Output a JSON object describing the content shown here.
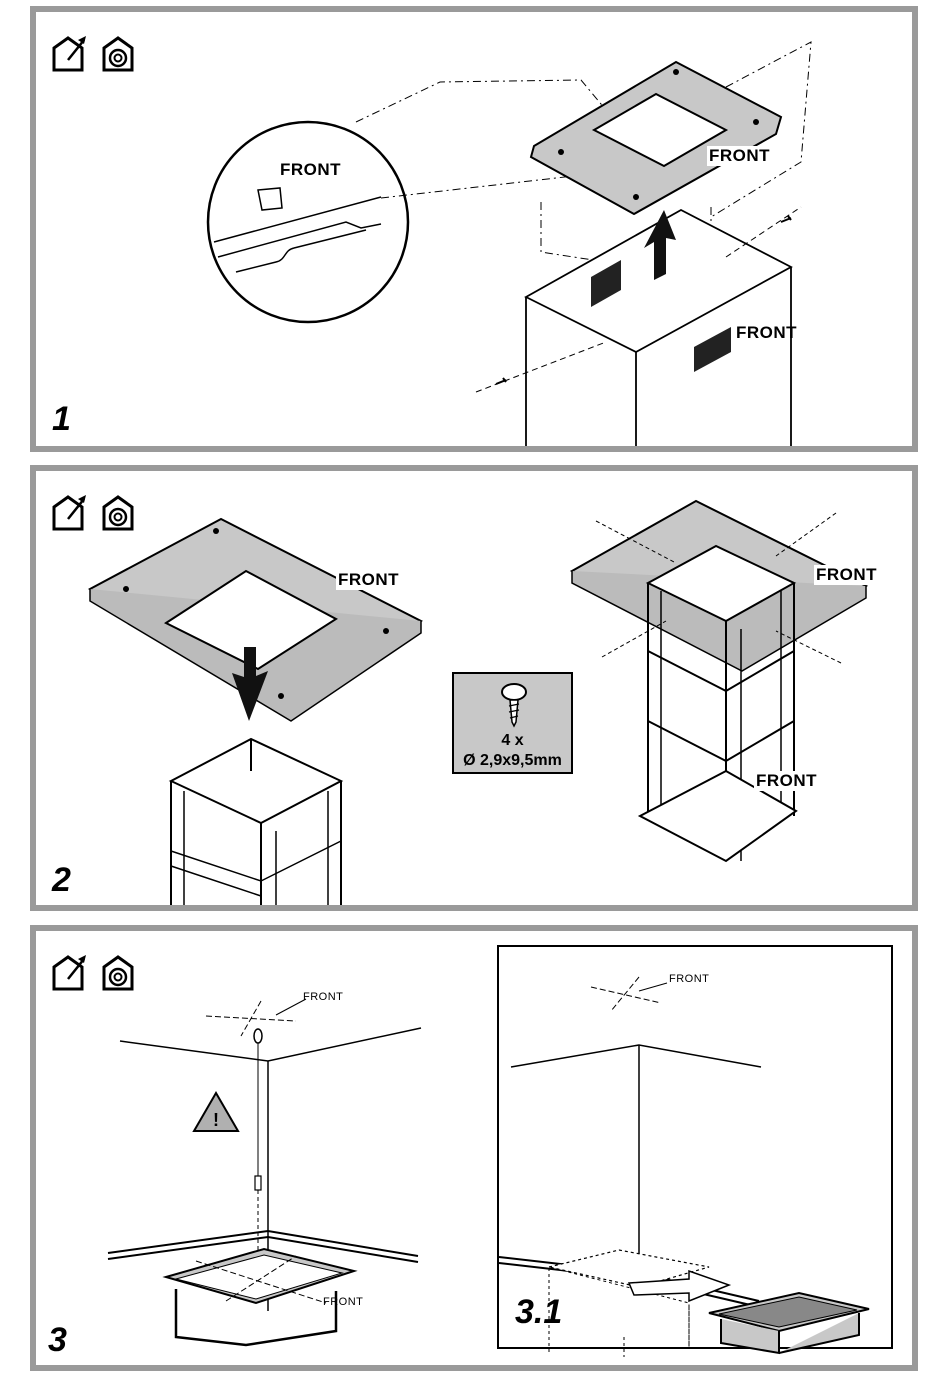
{
  "steps": [
    {
      "number": "1",
      "labels": [
        "FRONT",
        "FRONT",
        "FRONT"
      ]
    },
    {
      "number": "2",
      "labels": [
        "FRONT",
        "FRONT",
        "FRONT"
      ]
    },
    {
      "number": "3",
      "labels": [
        "FRONT",
        "FRONT"
      ]
    }
  ],
  "substep": {
    "number": "3.1",
    "labels": [
      "FRONT"
    ]
  },
  "screw_spec": {
    "quantity": "4 x",
    "size": "Ø 2,9x9,5mm"
  },
  "icons": [
    "exhaust-mode-icon",
    "recirculation-mode-icon"
  ],
  "colors": {
    "frame": "#9a9a9a",
    "fill": "#c8c8c8",
    "ink": "#000000"
  }
}
